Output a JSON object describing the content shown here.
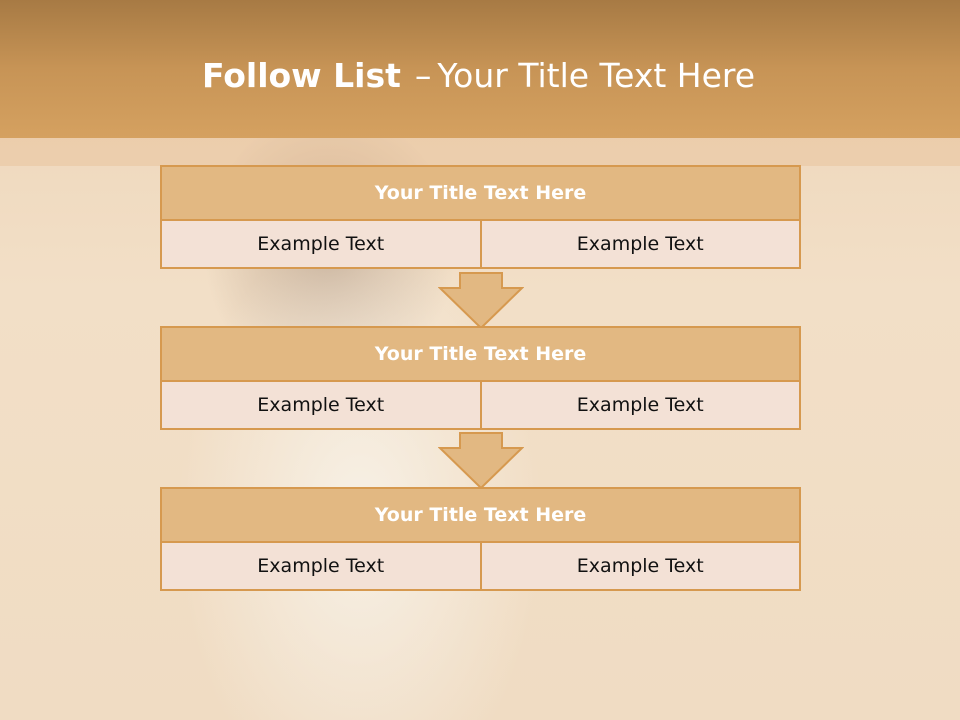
{
  "slide": {
    "title_bold": "Follow List",
    "title_sep": "–",
    "title_rest": "Your Title Text Here"
  },
  "blocks": [
    {
      "title": "Your Title Text Here",
      "left": "Example Text",
      "right": "Example Text"
    },
    {
      "title": "Your Title Text Here",
      "left": "Example Text",
      "right": "Example Text"
    },
    {
      "title": "Your Title Text Here",
      "left": "Example Text",
      "right": "Example Text"
    }
  ],
  "colors": {
    "header": "#c79456",
    "box_title_fill": "#e2b882",
    "box_border": "#d6994f",
    "cell_fill": "#f3e1d6",
    "arrow_fill": "#e2b882"
  }
}
